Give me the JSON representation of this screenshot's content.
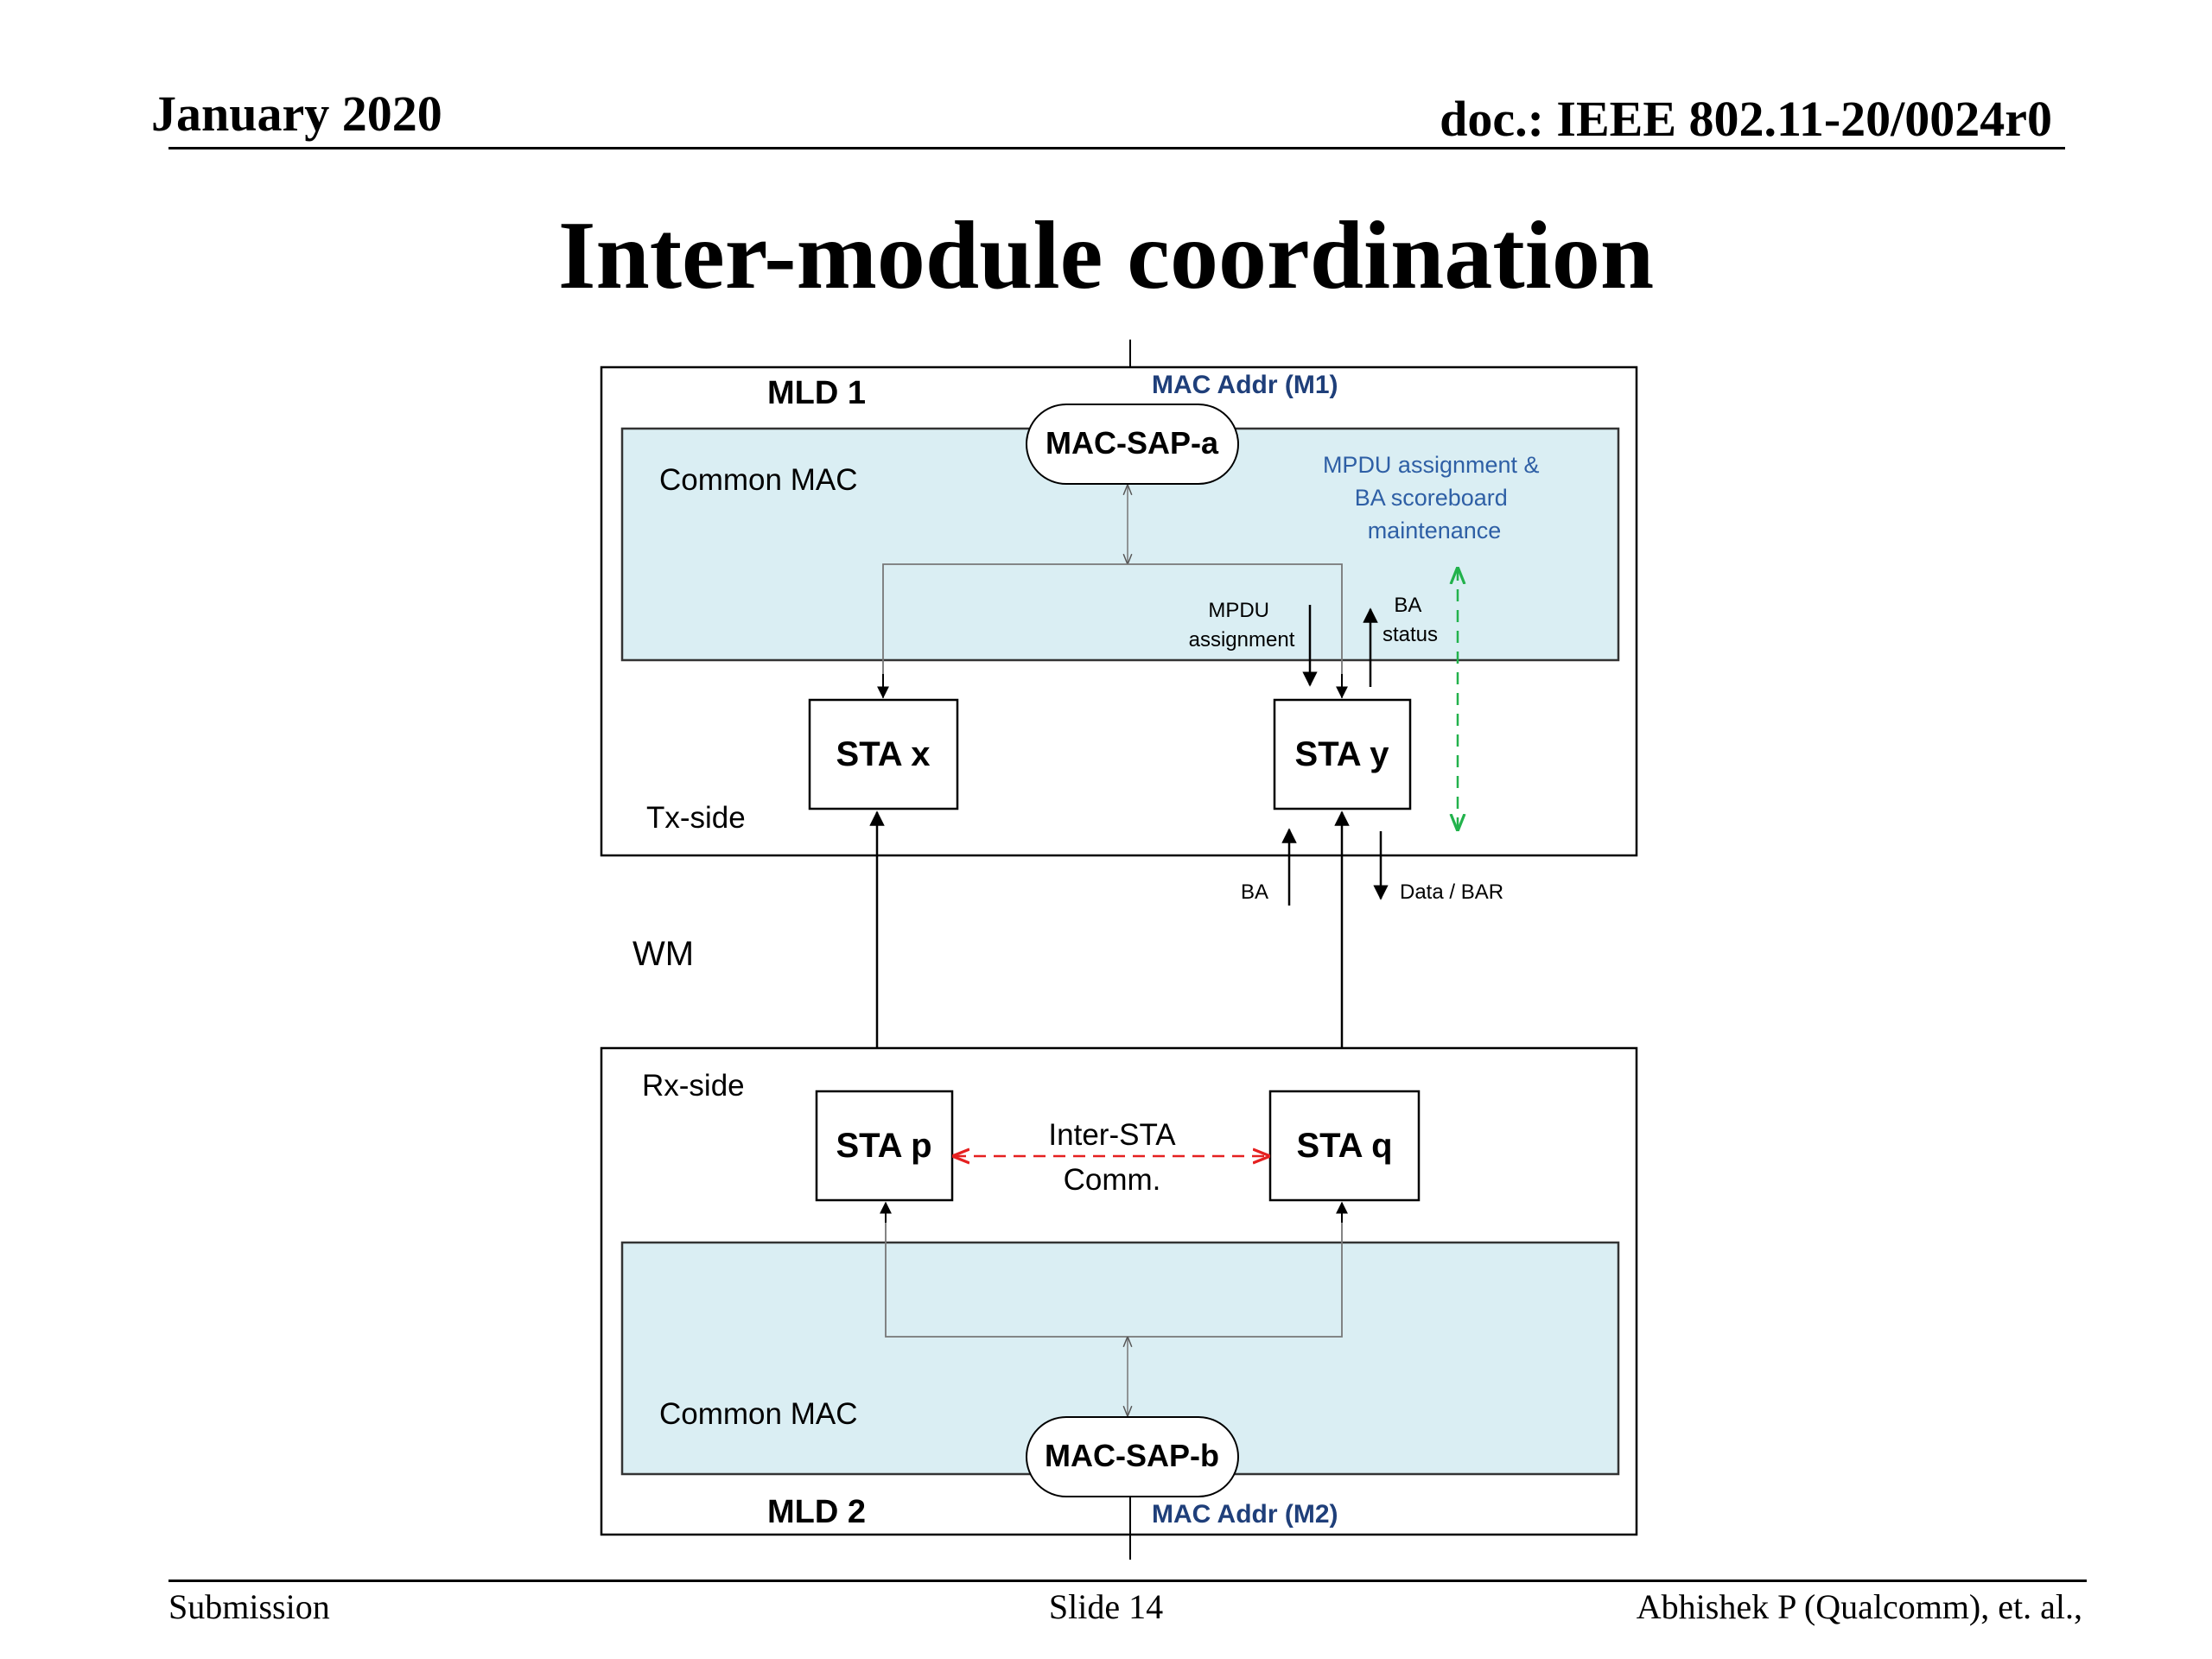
{
  "header": {
    "date": "January 2020",
    "doc": "doc.: IEEE 802.11-20/0024r0"
  },
  "title": "Inter-module coordination",
  "diagram": {
    "mld1": {
      "label": "MLD 1",
      "mac_addr": "MAC Addr (M1)",
      "sap": "MAC-SAP-a",
      "common_mac": "Common MAC",
      "note": [
        "MPDU assignment &",
        "BA scoreboard",
        "maintenance"
      ],
      "mpdu_assignment": [
        "MPDU",
        "assignment"
      ],
      "ba_status": [
        "BA",
        "status"
      ],
      "side": "Tx-side",
      "sta_left": "STA x",
      "sta_right": "STA y"
    },
    "wm": "WM",
    "ba_label": "BA",
    "data_bar_label": "Data / BAR",
    "mld2": {
      "label": "MLD 2",
      "mac_addr": "MAC Addr (M2)",
      "sap": "MAC-SAP-b",
      "common_mac": "Common MAC",
      "side": "Rx-side",
      "sta_left": "STA p",
      "sta_right": "STA q",
      "inter_sta": [
        "Inter-STA",
        "Comm."
      ]
    },
    "colors": {
      "common_mac_fill": "#daeef3",
      "mac_addr_text": "#1f3f7a",
      "note_text": "#2e5fa5",
      "green_dash": "#22b24c",
      "red_dash": "#e52020"
    }
  },
  "footer": {
    "left": "Submission",
    "center": "Slide 14",
    "right": "Abhishek P (Qualcomm), et. al.,"
  }
}
